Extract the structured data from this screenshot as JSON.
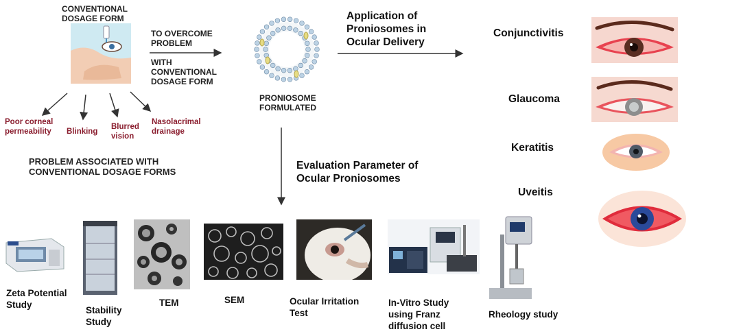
{
  "conventional_label": [
    "CONVENTIONAL",
    "DOSAGE FORM"
  ],
  "overcome_label": [
    "TO OVERCOME",
    "PROBLEM"
  ],
  "with_label": [
    "WITH",
    "CONVENTIONAL",
    "DOSAGE  FORM"
  ],
  "problems": [
    [
      "Poor corneal",
      "permeability"
    ],
    [
      "Blinking"
    ],
    [
      "Blurred",
      "vision"
    ],
    [
      "Nasolacrimal",
      "drainage"
    ]
  ],
  "problem_assoc_label": [
    "PROBLEM ASSOCIATED WITH",
    "CONVENTIONAL DOSAGE FORMS"
  ],
  "proniosome_label": [
    "PRONIOSOME",
    "FORMULATED"
  ],
  "application_label": [
    "Application of",
    "Proniosomes in",
    "Ocular Delivery"
  ],
  "evaluation_label": [
    "Evaluation Parameter of",
    "Ocular Proniosomes"
  ],
  "diseases": [
    "Conjunctivitis",
    "Glaucoma",
    "Keratitis",
    "Uveitis"
  ],
  "evaluations": [
    [
      "Zeta Potential",
      "Study"
    ],
    [
      "Stability",
      "Study"
    ],
    [
      "TEM"
    ],
    [
      "SEM"
    ],
    [
      "Ocular Irritation",
      "Test"
    ],
    [
      "In-Vitro Study",
      "using Franz",
      "diffusion cell"
    ],
    [
      "Rheology study"
    ]
  ],
  "colors": {
    "problem_text": "#8a1d2e",
    "arrow": "#333333",
    "eye_red": "#d8243a",
    "skin": "#f4d6c6"
  }
}
